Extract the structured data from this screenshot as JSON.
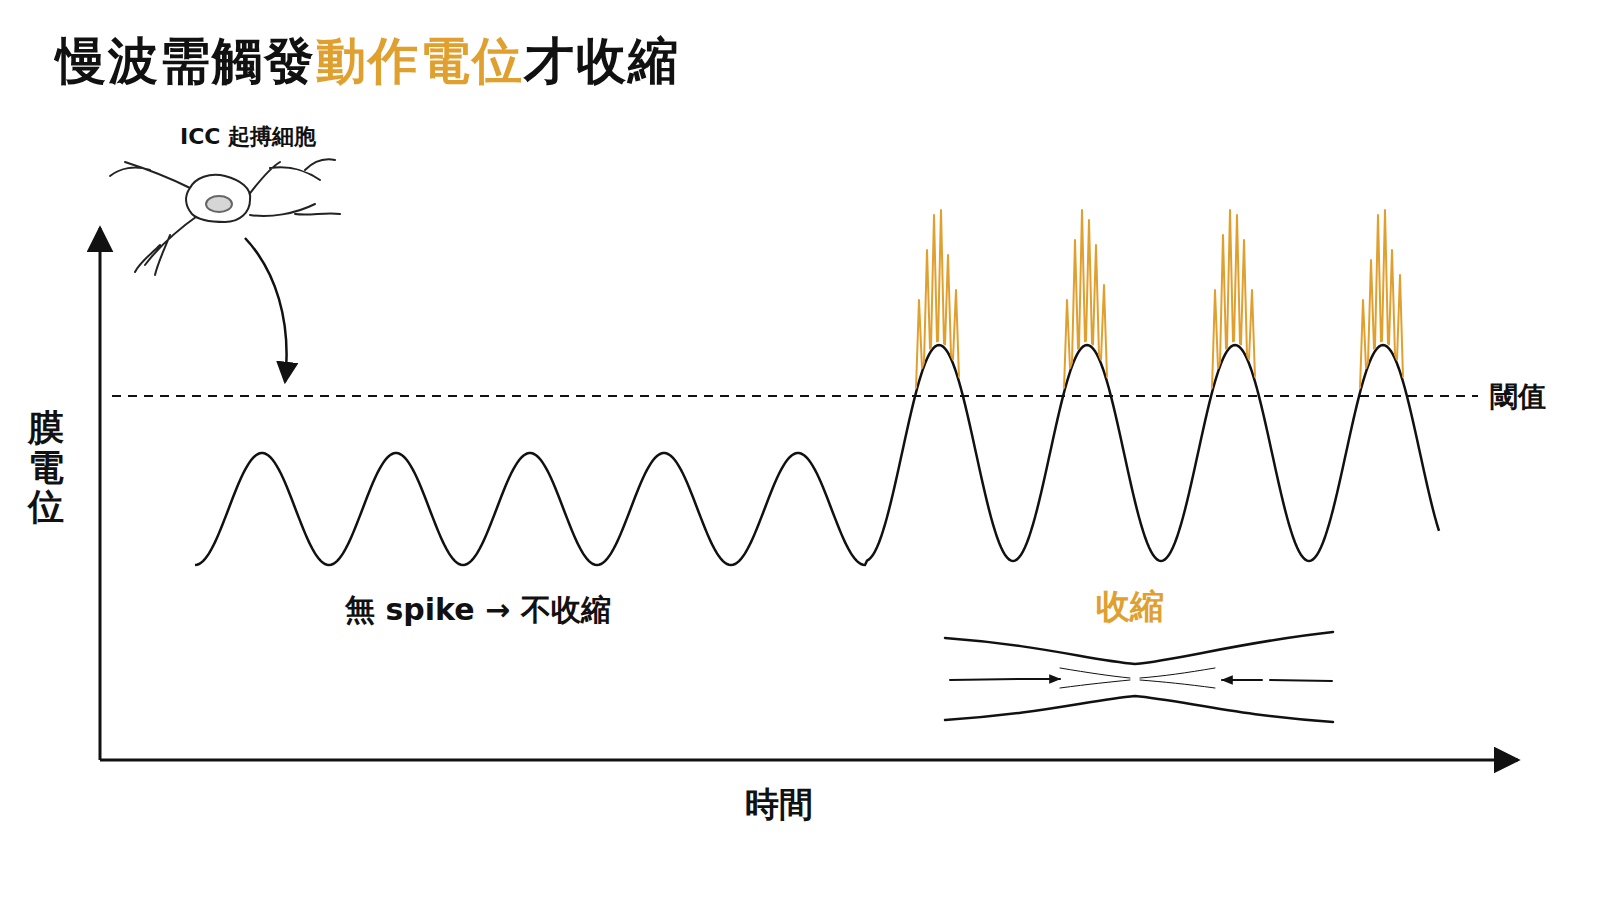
{
  "diagram": {
    "title": "慢波需觸發動作電位才收縮",
    "labels": [
      "ICC 起搏細胞",
      "閾值",
      "膜電位",
      "時間",
      "無 spike → 不收縮",
      "收縮"
    ]
  }
}
